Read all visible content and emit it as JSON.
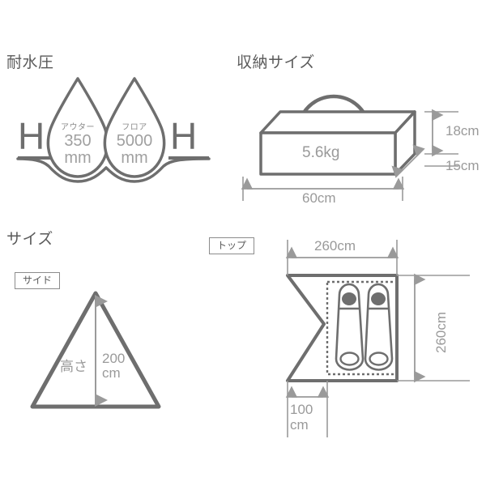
{
  "sections": {
    "waterproof": {
      "title": "耐水圧",
      "unit_mark_left": "H",
      "unit_mark_right": "H",
      "droplets": [
        {
          "name": "アウター",
          "value": "350",
          "unit": "mm"
        },
        {
          "name": "フロア",
          "value": "5000",
          "unit": "mm"
        }
      ]
    },
    "storage": {
      "title": "収納サイズ",
      "weight": "5.6kg",
      "dimensions": {
        "width": "60cm",
        "height": "18cm",
        "depth": "15cm"
      }
    },
    "size": {
      "title": "サイズ",
      "side_view": {
        "badge": "サイド",
        "height_label": "高さ",
        "height_value": "200",
        "height_unit": "cm"
      },
      "top_view": {
        "badge": "トップ",
        "width": "260cm",
        "depth": "260cm",
        "porch_value": "100",
        "porch_unit": "cm",
        "sleeping_bags": 2
      }
    }
  },
  "colors": {
    "outline": "#6e6e6e",
    "dimension": "#9a9a9a",
    "text": "#5a5a5a",
    "muted_text": "#9a9a9a",
    "background": "#ffffff"
  }
}
